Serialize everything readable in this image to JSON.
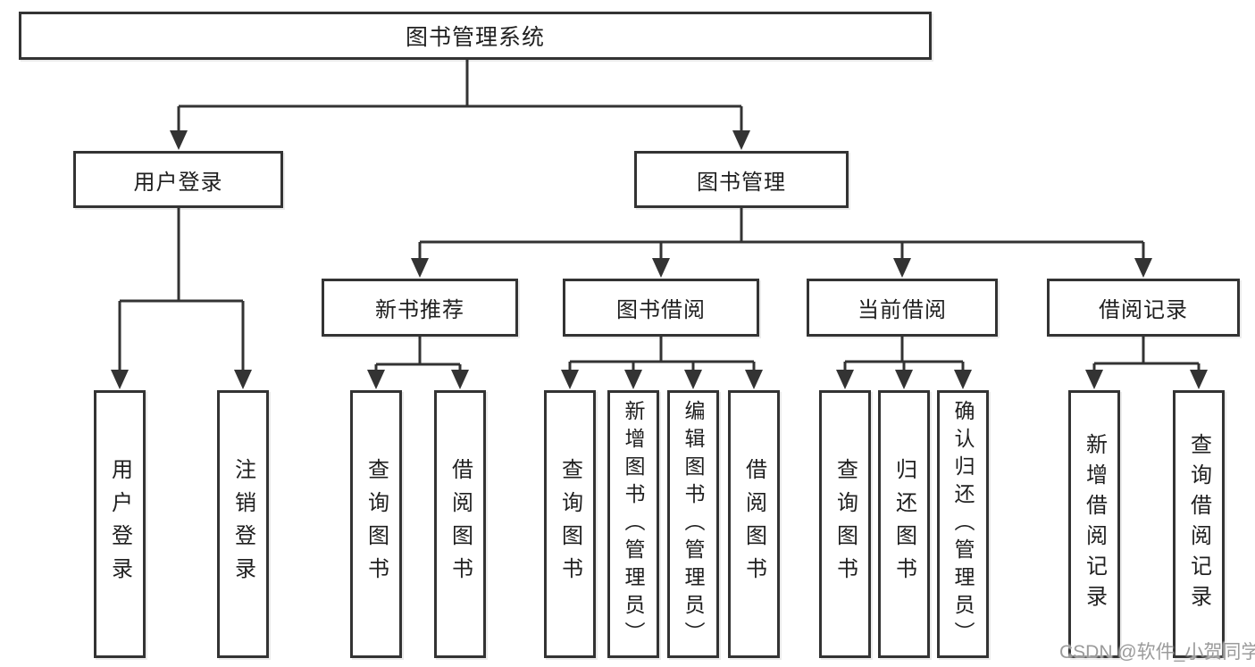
{
  "diagram": {
    "title": "图书管理系统",
    "branches": [
      {
        "label": "用户登录",
        "children": [
          "用户登录",
          "注销登录"
        ]
      },
      {
        "label": "图书管理",
        "children": [
          {
            "label": "新书推荐",
            "children": [
              "查询图书",
              "借阅图书"
            ]
          },
          {
            "label": "图书借阅",
            "children": [
              "查询图书",
              "新增图书（管理员）",
              "编辑图书（管理员）",
              "借阅图书"
            ]
          },
          {
            "label": "当前借阅",
            "children": [
              "查询图书",
              "归还图书",
              "确认归还（管理员）"
            ]
          },
          {
            "label": "借阅记录",
            "children": [
              "新增借阅记录",
              "查询借阅记录"
            ]
          }
        ]
      }
    ]
  },
  "watermark": {
    "text": "CSDN @软件_小贺同学"
  },
  "colors": {
    "line": "#333333",
    "text": "#1f1f1f",
    "watermark": "#9b9b9b",
    "background": "#ffffff"
  }
}
